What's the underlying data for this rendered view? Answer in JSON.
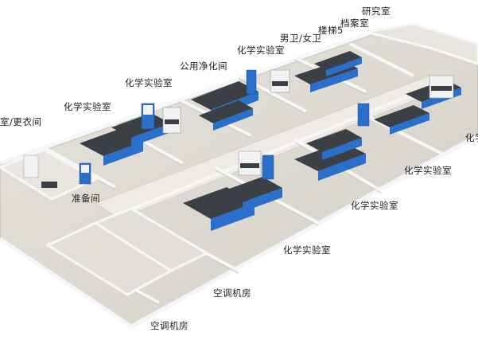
{
  "labels": {
    "research_room": "研究室",
    "archive_room": "档案室",
    "stairs_5": "楼梯5",
    "restroom": "男卫/女卫",
    "chem_lab_top": "化学实验室",
    "public_clean_corridor": "公用净化间",
    "chem_lab_mid": "化学实验室",
    "chem_lab_left": "化学实验室",
    "locker_room": "室/更衣间",
    "prep_room": "准备间",
    "chem_lab_right_cut": "化学",
    "chem_lab_right": "化学实验室",
    "chem_lab_center": "化学实验室",
    "chem_lab_front": "化学实验室",
    "ac_room_1": "空调机房",
    "ac_room_2": "空调机房"
  },
  "colors": {
    "floor": "#dedad2",
    "wall_top": "#f7f7f7",
    "wall_side": "#cfcfcf",
    "bench_blue": "#2a6fc9",
    "bench_top": "#3b3f46",
    "cabinet_white": "#f2f2f2"
  }
}
